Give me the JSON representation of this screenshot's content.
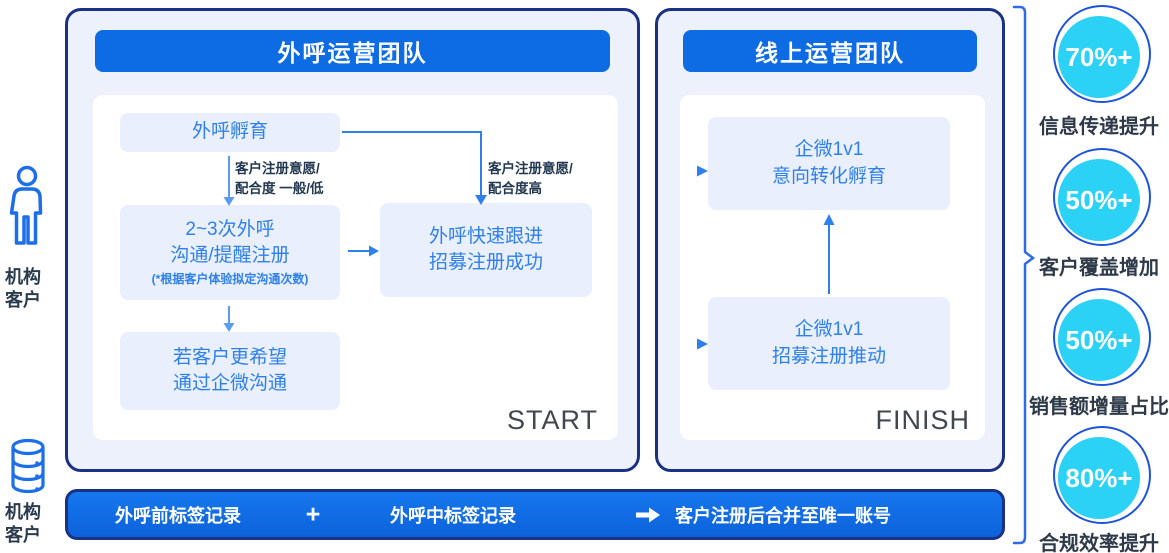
{
  "colors": {
    "accent_blue": "#0d6ce4",
    "navy_border": "#1b3184",
    "panel_bg": "#edf1fb",
    "node_bg": "#e9effc",
    "node_text": "#2f80ed",
    "arrow_blue": "#2f80ed",
    "kpi_cyan": "#2bd2f6",
    "kpi_ring": "#1d53da",
    "dark_text": "#2e3a49"
  },
  "left_markers": [
    {
      "icon": "person-icon",
      "label_line1": "机构",
      "label_line2": "客户"
    },
    {
      "icon": "database-icon",
      "label_line1": "机构",
      "label_line2": "客户"
    }
  ],
  "outbound_panel": {
    "title": "外呼运营团队",
    "start_label": "START",
    "box_incubate": "外呼孵育",
    "box_calls_line1": "2~3次外呼",
    "box_calls_line2": "沟通/提醒注册",
    "box_calls_note": "(*根据客户体验拟定沟通次数)",
    "box_fast_line1": "外呼快速跟进",
    "box_fast_line2": "招募注册成功",
    "box_wecom_line1": "若客户更希望",
    "box_wecom_line2": "通过企微沟通",
    "edge_low_line1": "客户注册意愿/",
    "edge_low_line2": "配合度 一般/低",
    "edge_high_line1": "客户注册意愿/",
    "edge_high_line2": "配合度高"
  },
  "online_panel": {
    "title": "线上运营团队",
    "finish_label": "FINISH",
    "box_nurture_line1": "企微1v1",
    "box_nurture_line2": "意向转化孵育",
    "box_push_line1": "企微1v1",
    "box_push_line2": "招募注册推动"
  },
  "bottom_bar": {
    "segment1": "外呼前标签记录",
    "plus": "+",
    "segment2": "外呼中标签记录",
    "segment3": "客户注册后合并至唯一账号"
  },
  "kpis": [
    {
      "value": "70%+",
      "label": "信息传递提升"
    },
    {
      "value": "50%+",
      "label": "客户覆盖增加"
    },
    {
      "value": "50%+",
      "label": "销售额增量占比"
    },
    {
      "value": "80%+",
      "label": "合规效率提升"
    }
  ]
}
